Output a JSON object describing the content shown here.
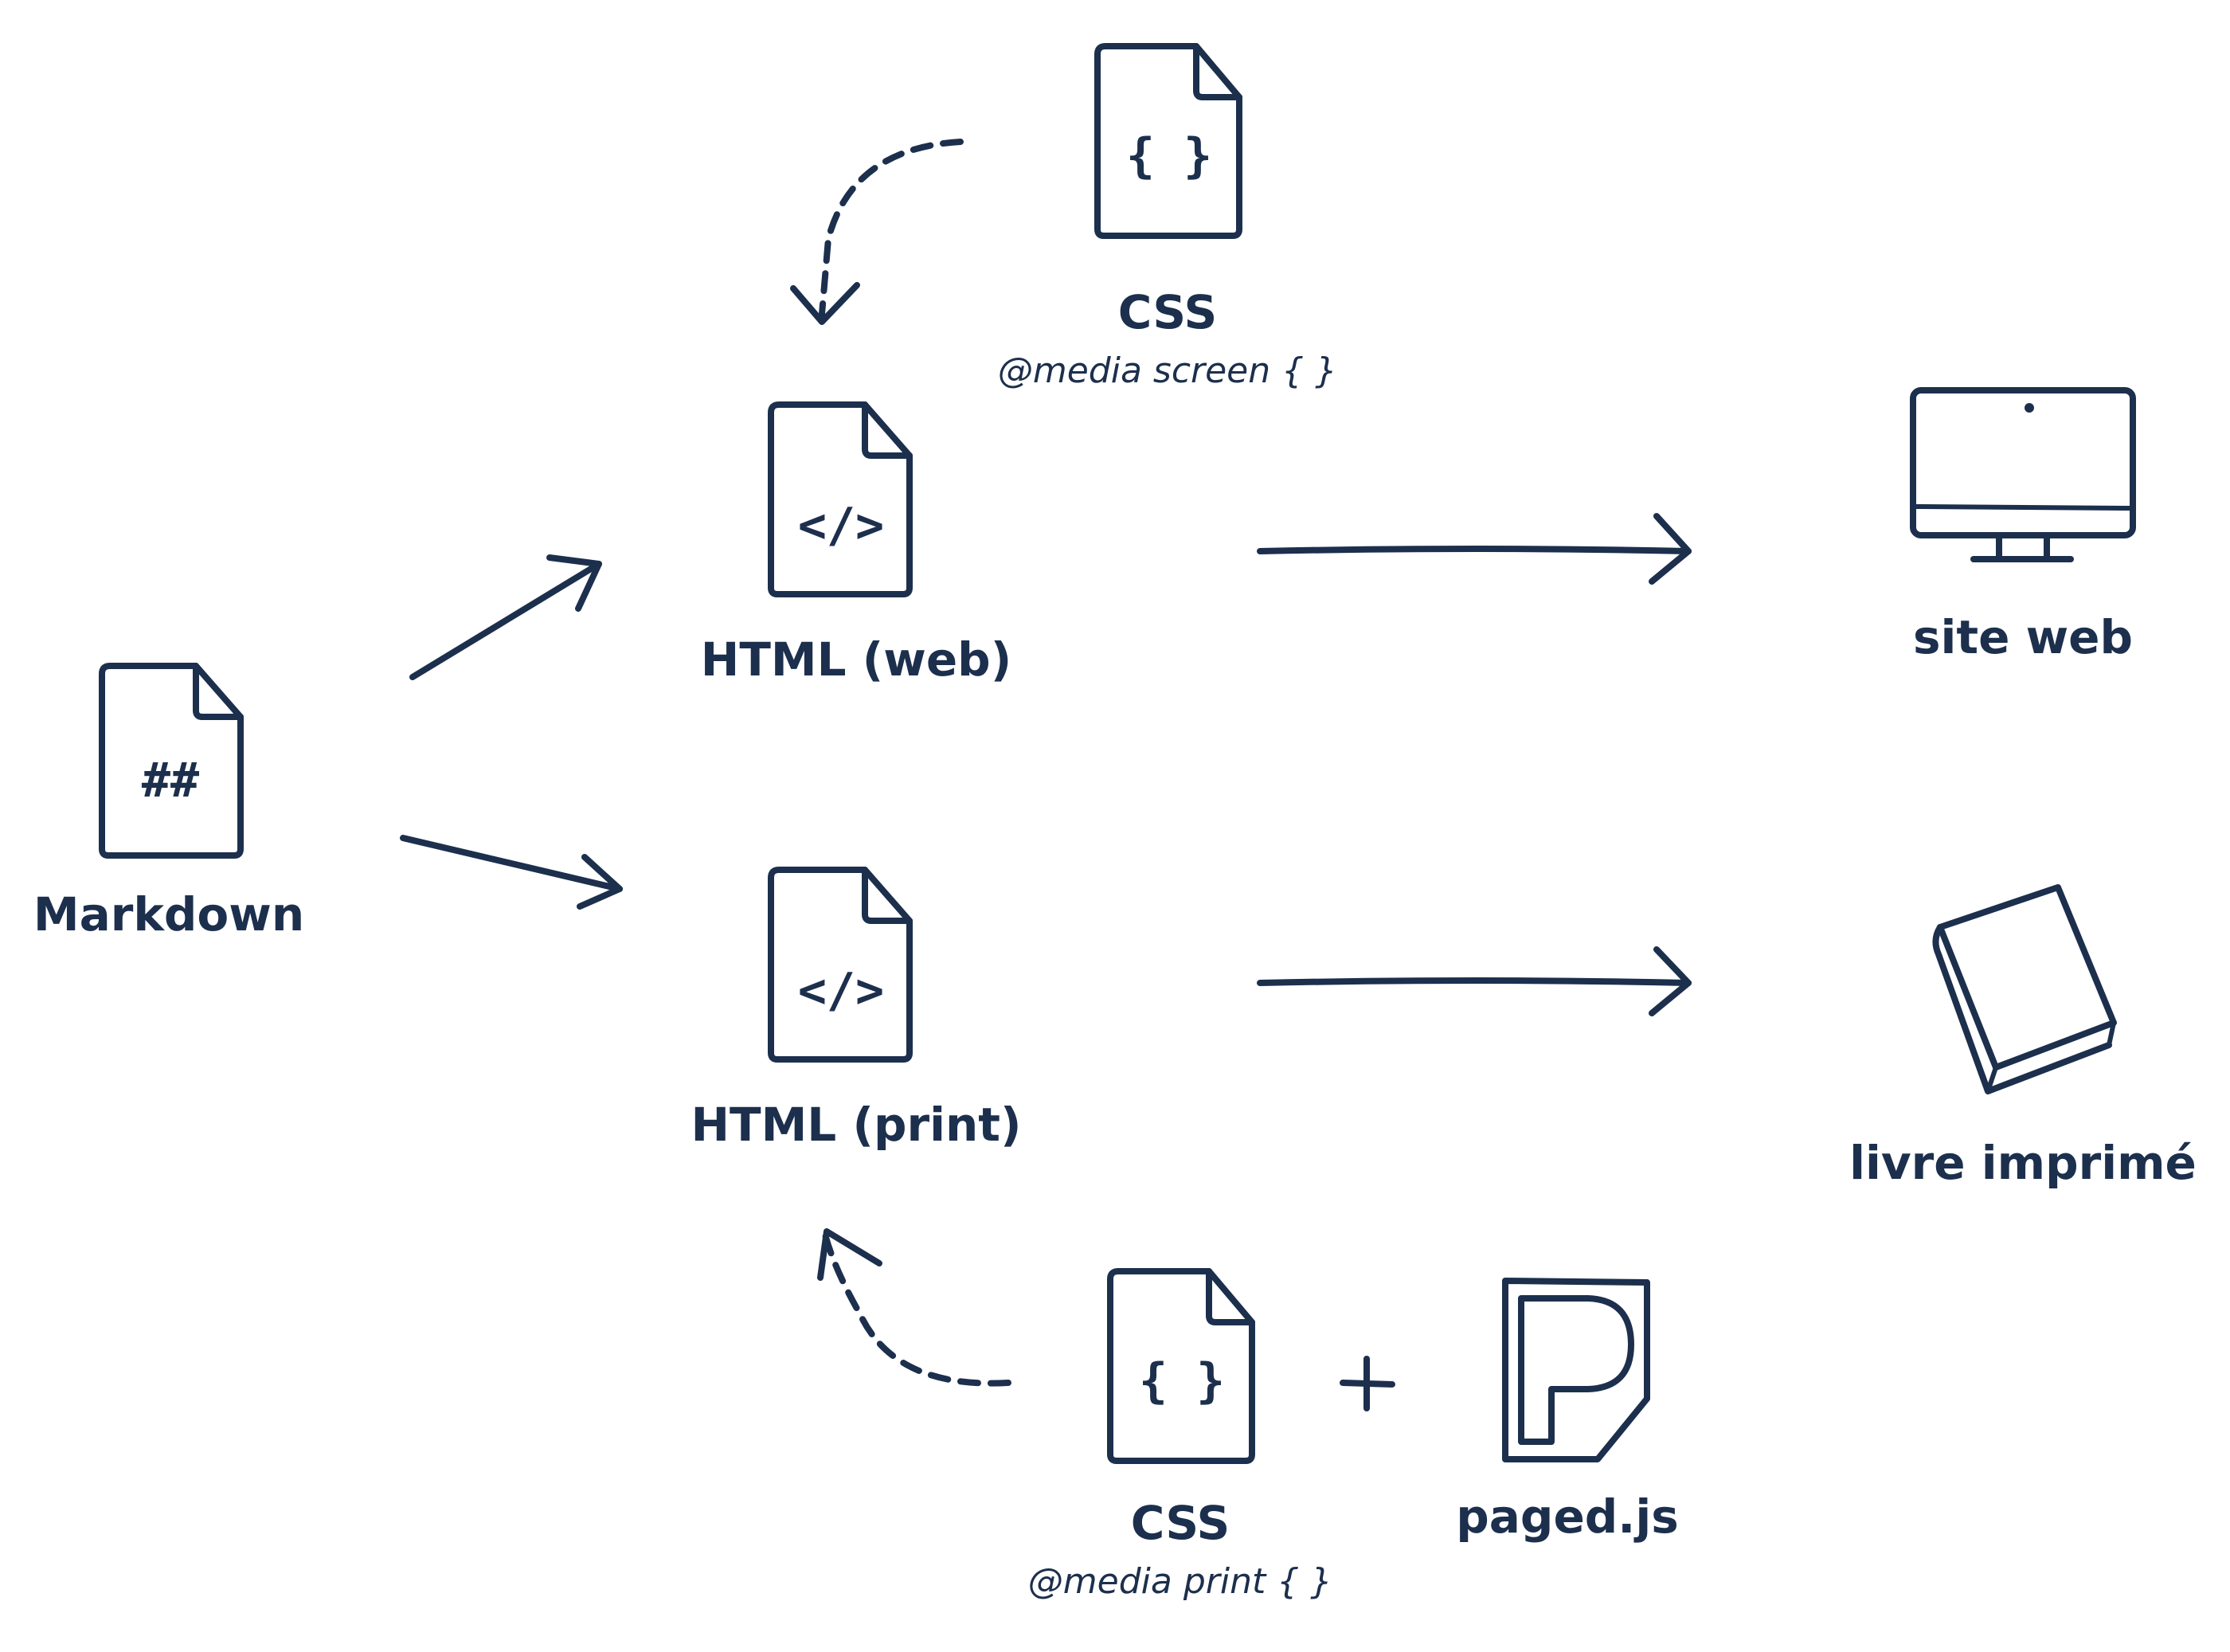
{
  "colors": {
    "ink": "#1c2f4d",
    "background": "#ffffff"
  },
  "nodes": {
    "markdown": {
      "label": "Markdown",
      "glyph": "##",
      "icon": "markdown-file-icon"
    },
    "html_web": {
      "label": "HTML (web)",
      "glyph": "</>",
      "icon": "html-file-icon"
    },
    "html_print": {
      "label": "HTML (print)",
      "glyph": "</>",
      "icon": "html-file-icon"
    },
    "css_screen": {
      "label": "CSS",
      "sublabel": "@media screen { }",
      "glyph": "{ }",
      "icon": "css-file-icon"
    },
    "css_print": {
      "label": "CSS",
      "sublabel": "@media print { }",
      "glyph": "{ }",
      "icon": "css-file-icon"
    },
    "pagedjs": {
      "label": "paged.js",
      "icon": "pagedjs-logo-icon"
    },
    "site_web": {
      "label": "site web",
      "icon": "monitor-icon"
    },
    "livre": {
      "label": "livre imprimé",
      "icon": "book-icon"
    }
  },
  "plus_sign": "+"
}
